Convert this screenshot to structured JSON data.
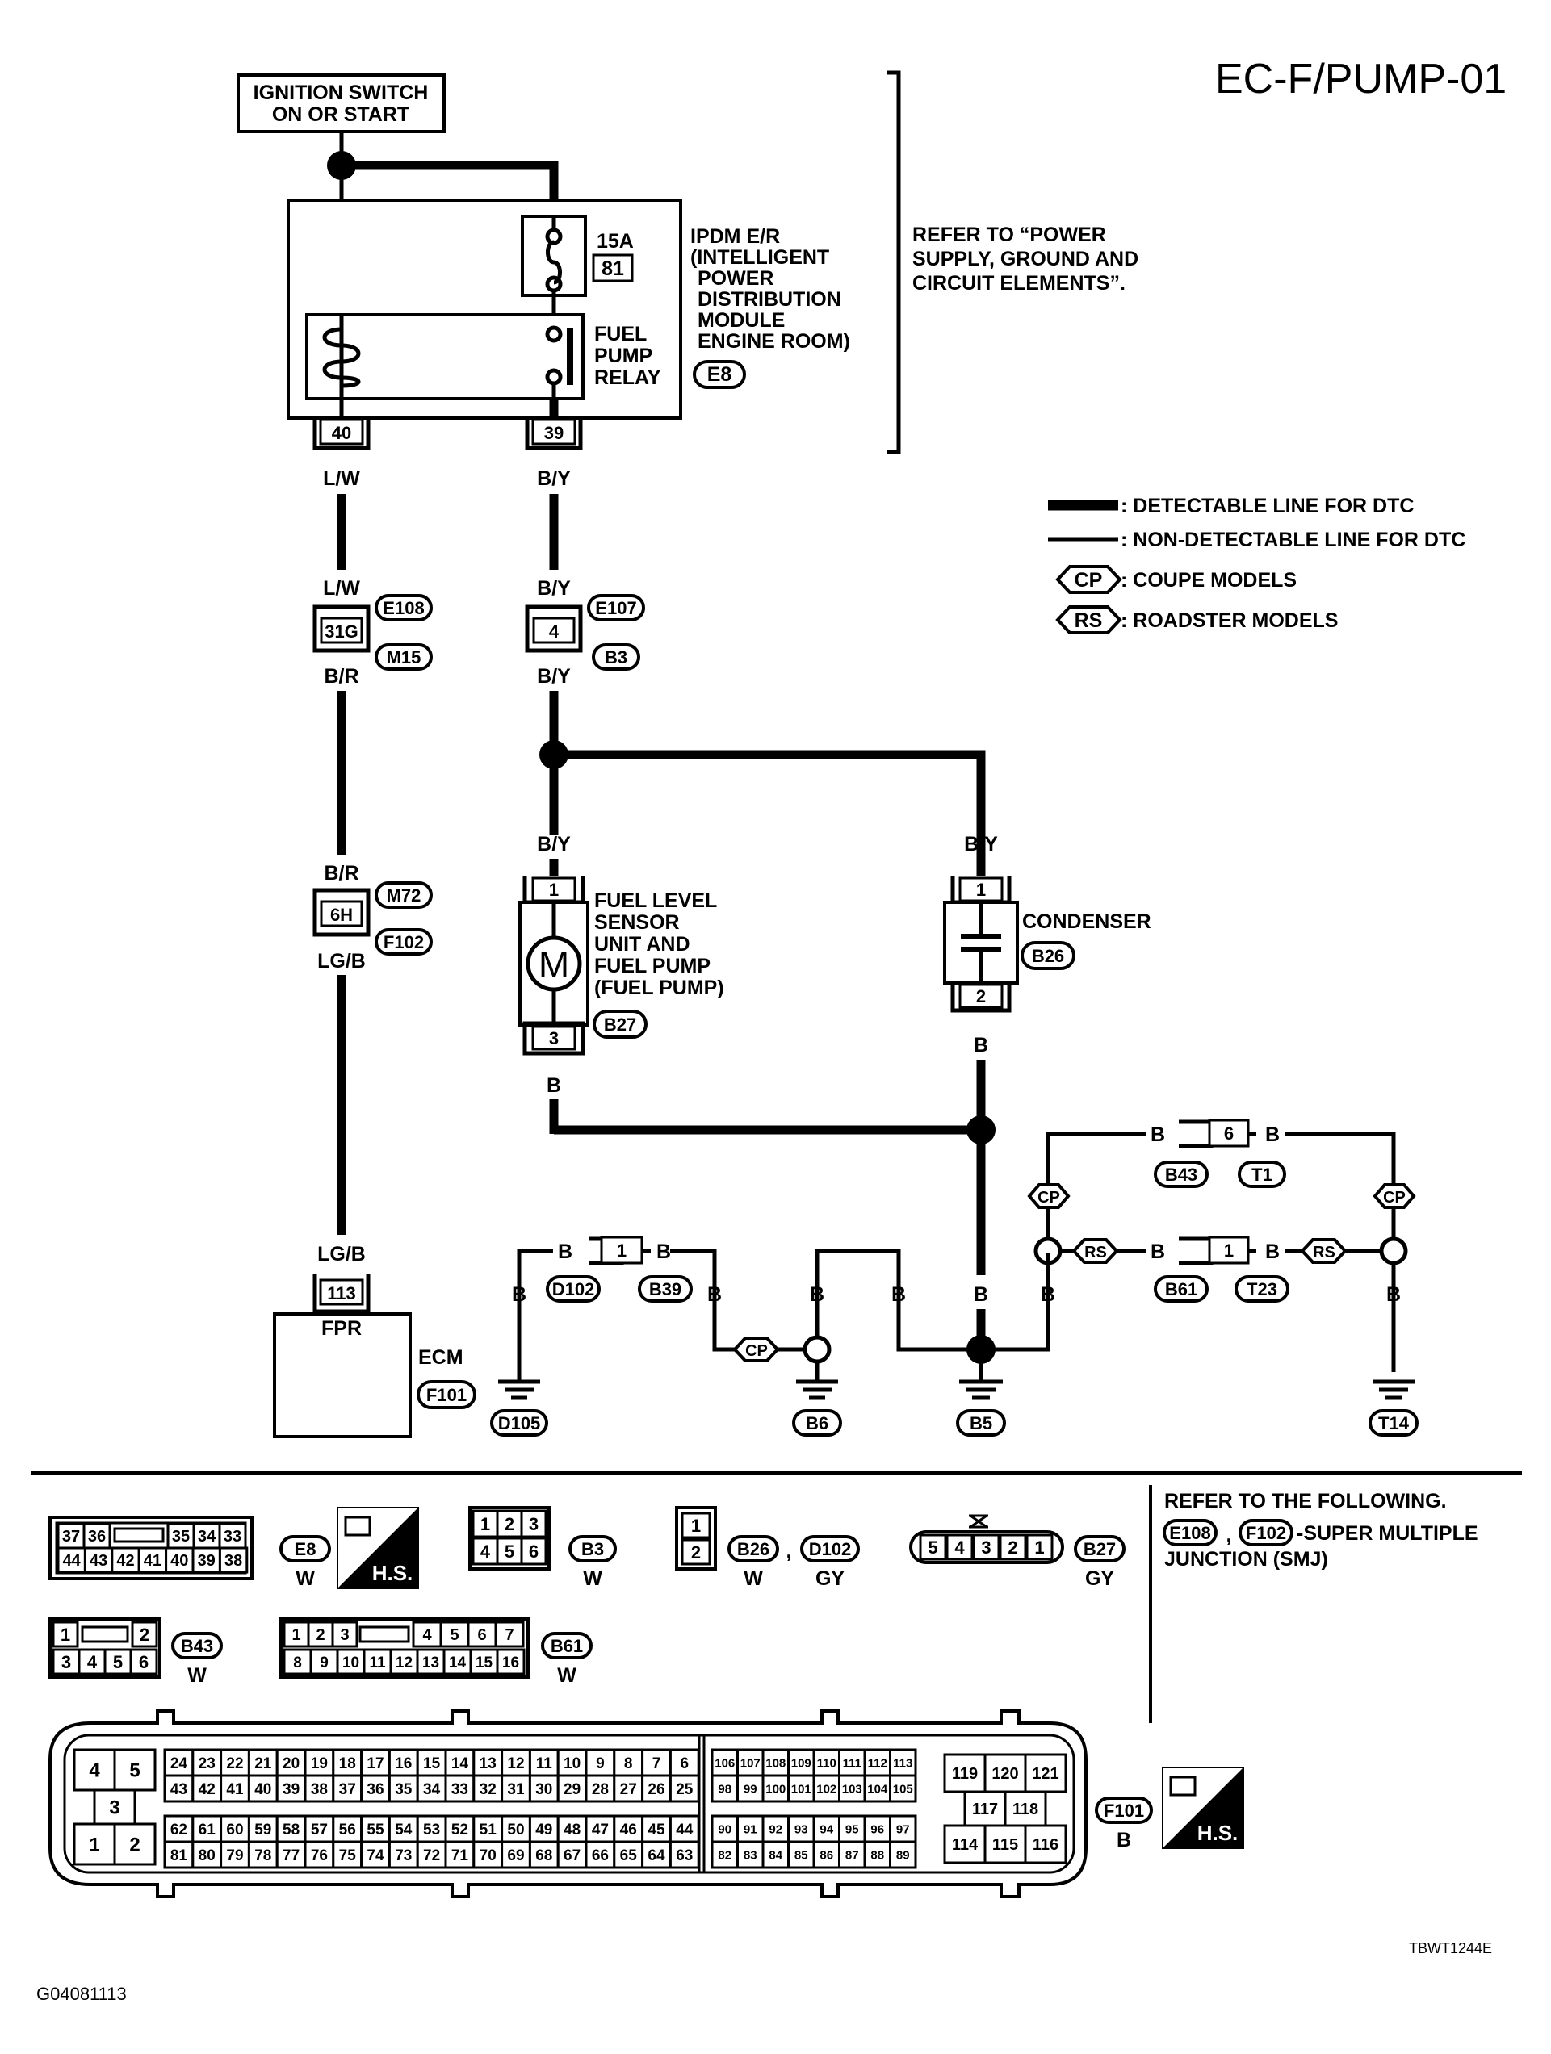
{
  "page": {
    "title": "EC-F/PUMP-01",
    "ref_code": "TBWT1244E",
    "doc_id": "G04081113"
  },
  "ignition": {
    "line1": "IGNITION SWITCH",
    "line2": "ON OR START"
  },
  "ipdm": {
    "lines": [
      "IPDM E/R",
      "(INTELLIGENT",
      "POWER",
      "DISTRIBUTION",
      "MODULE",
      "ENGINE ROOM)"
    ],
    "fuse_amp": "15A",
    "fuse_no": "81",
    "relay": [
      "FUEL",
      "PUMP",
      "RELAY"
    ],
    "conn": "E8",
    "pin_left": "40",
    "pin_right": "39"
  },
  "refer": [
    "REFER TO “POWER",
    "SUPPLY, GROUND AND",
    "CIRCUIT ELEMENTS”."
  ],
  "legend": [
    {
      "symbol": "",
      "text": ": DETECTABLE LINE FOR DTC"
    },
    {
      "symbol": "",
      "text": ": NON-DETECTABLE LINE FOR DTC"
    },
    {
      "symbol": "CP",
      "text": ": COUPE MODELS"
    },
    {
      "symbol": "RS",
      "text": ": ROADSTER MODELS"
    }
  ],
  "wires": {
    "lw": "L/W",
    "by": "B/Y",
    "br": "B/R",
    "lgb": "LG/B",
    "b": "B"
  },
  "joints": {
    "left": {
      "pin": "31G",
      "top": "E108",
      "bottom": "M15"
    },
    "right": {
      "pin": "4",
      "top": "E107",
      "bottom": "B3"
    },
    "m72": {
      "pin": "6H",
      "top": "M72",
      "bottom": "F102"
    }
  },
  "pump": {
    "lines": [
      "FUEL LEVEL",
      "SENSOR",
      "UNIT AND",
      "FUEL PUMP",
      "(FUEL PUMP)"
    ],
    "conn": "B27",
    "pin_top": "1",
    "pin_bottom": "3",
    "motor": "M"
  },
  "condenser": {
    "label": "CONDENSER",
    "conn": "B26",
    "pin_top": "1",
    "pin_bottom": "2"
  },
  "ecm": {
    "label": "ECM",
    "pin": "113",
    "func": "FPR",
    "conn": "F101"
  },
  "grounds": {
    "d105": "D105",
    "b6": "B6",
    "b5": "B5",
    "t14": "T14",
    "d102": "D102",
    "b39": "B39",
    "b43": "B43",
    "t1": "T1",
    "b61": "B61",
    "t23": "T23",
    "pin1": "1",
    "pin6": "6",
    "cp": "CP",
    "rs": "RS"
  },
  "connectors": {
    "e8": {
      "label": "E8",
      "color": "W",
      "row1": [
        "37",
        "36",
        "",
        "35",
        "34",
        "33"
      ],
      "row2": [
        "44",
        "43",
        "42",
        "41",
        "40",
        "39",
        "38"
      ]
    },
    "hs": "H.S.",
    "b3": {
      "label": "B3",
      "color": "W",
      "row1": [
        "1",
        "2",
        "3"
      ],
      "row2": [
        "4",
        "5",
        "6"
      ]
    },
    "b26": {
      "label": "B26",
      "label2": "D102",
      "color": "W",
      "color2": "GY",
      "pins": [
        "1",
        "2"
      ],
      "comma": ","
    },
    "b27": {
      "label": "B27",
      "color": "GY",
      "pins": [
        "5",
        "4",
        "3",
        "2",
        "1"
      ]
    },
    "b43": {
      "label": "B43",
      "color": "W",
      "row1": [
        "1",
        "2"
      ],
      "row2": [
        "3",
        "4",
        "5",
        "6"
      ]
    },
    "b61": {
      "label": "B61",
      "color": "W",
      "row1": [
        "1",
        "2",
        "3",
        "4",
        "5",
        "6",
        "7"
      ],
      "row2": [
        "8",
        "9",
        "10",
        "11",
        "12",
        "13",
        "14",
        "15",
        "16"
      ]
    },
    "f101": {
      "label": "F101",
      "color": "B"
    }
  },
  "refer_following": {
    "line1": "REFER TO THE FOLLOWING.",
    "conn1": "E108",
    "sep": ",",
    "conn2": "F102",
    "text": "-SUPER MULTIPLE",
    "line3": "JUNCTION (SMJ)"
  },
  "ecm_connector": {
    "left_block": [
      "4",
      "5",
      "3",
      "1",
      "2"
    ],
    "rows": [
      [
        "24",
        "23",
        "22",
        "21",
        "20",
        "19",
        "18",
        "17",
        "16",
        "15",
        "14",
        "13",
        "12",
        "11",
        "10",
        "9",
        "8",
        "7",
        "6"
      ],
      [
        "43",
        "42",
        "41",
        "40",
        "39",
        "38",
        "37",
        "36",
        "35",
        "34",
        "33",
        "32",
        "31",
        "30",
        "29",
        "28",
        "27",
        "26",
        "25"
      ],
      [
        "62",
        "61",
        "60",
        "59",
        "58",
        "57",
        "56",
        "55",
        "54",
        "53",
        "52",
        "51",
        "50",
        "49",
        "48",
        "47",
        "46",
        "45",
        "44"
      ],
      [
        "81",
        "80",
        "79",
        "78",
        "77",
        "76",
        "75",
        "74",
        "73",
        "72",
        "71",
        "70",
        "69",
        "68",
        "67",
        "66",
        "65",
        "64",
        "63"
      ]
    ],
    "mid_rows": [
      [
        "106",
        "107",
        "108",
        "109",
        "110",
        "111",
        "112",
        "113"
      ],
      [
        "98",
        "99",
        "100",
        "101",
        "102",
        "103",
        "104",
        "105"
      ],
      [
        "90",
        "91",
        "92",
        "93",
        "94",
        "95",
        "96",
        "97"
      ],
      [
        "82",
        "83",
        "84",
        "85",
        "86",
        "87",
        "88",
        "89"
      ]
    ],
    "right_block": [
      "119",
      "120",
      "121",
      "117",
      "118",
      "114",
      "115",
      "116"
    ]
  }
}
